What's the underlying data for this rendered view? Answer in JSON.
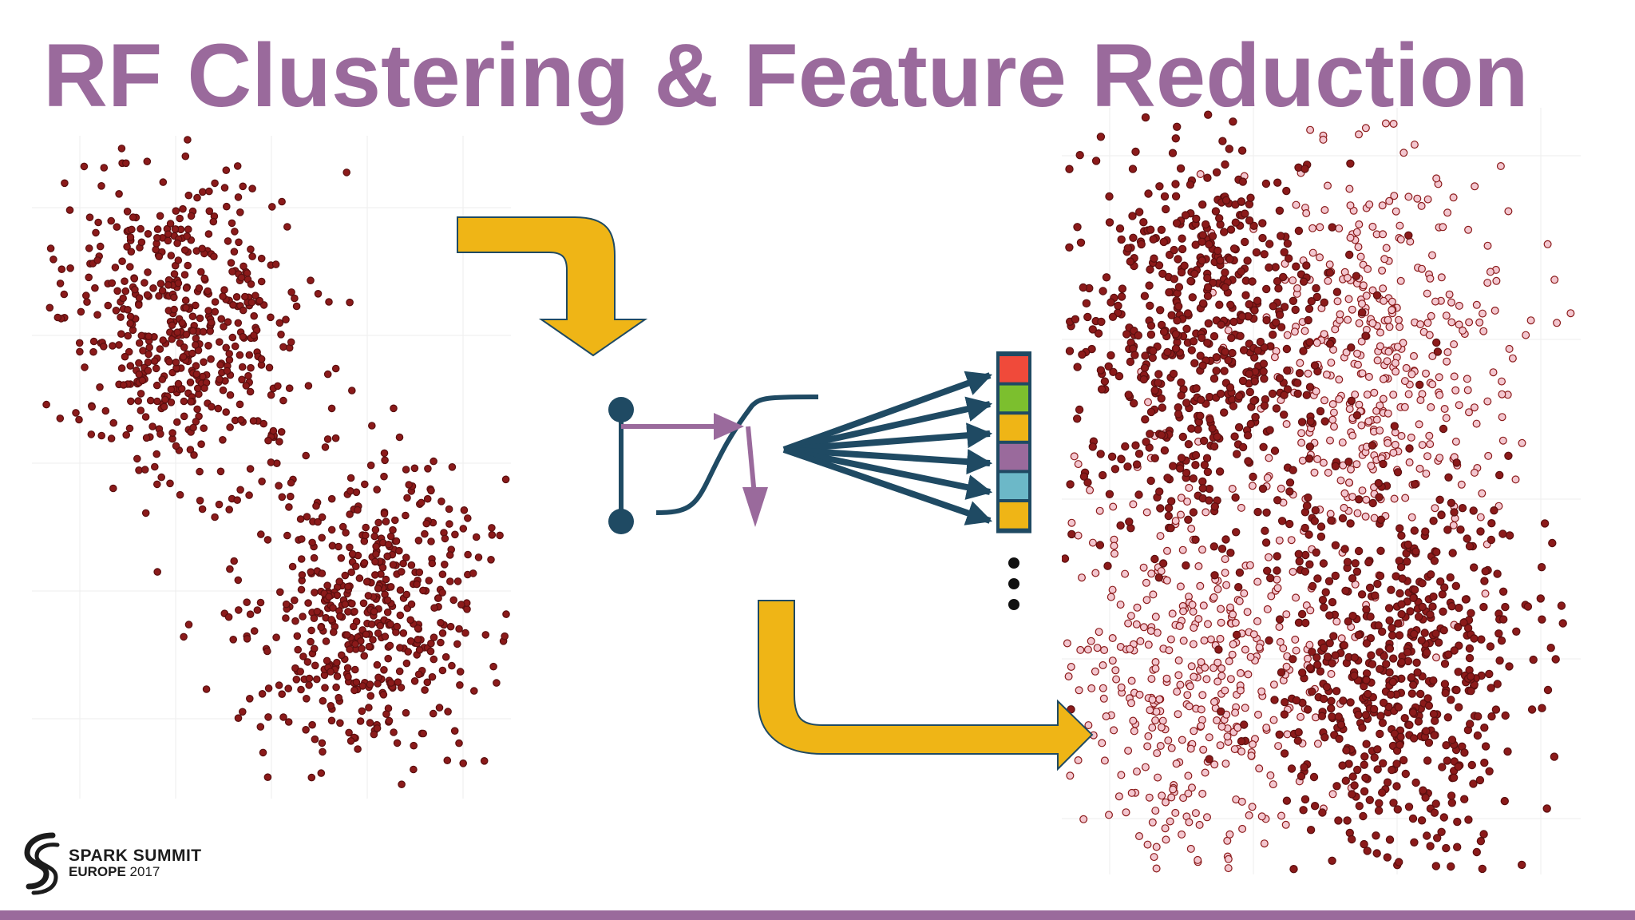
{
  "title": "RF Clustering & Feature Reduction",
  "logo": {
    "line1": "SPARK SUMMIT",
    "line2_a": "EUROPE",
    "line2_b": "2017"
  },
  "colors": {
    "title": "#9a6a9c",
    "dot_dark": "#8b1a1a",
    "dot_light": "#f3c6cf",
    "arrow_yellow": "#efb516",
    "arrow_stroke": "#1f4a63",
    "node_navy": "#1f4a63",
    "purple": "#9a6a9c",
    "bottom_bar": "#9a6a9c"
  },
  "feature_vector_colors": [
    "#f04a3a",
    "#7cbf2e",
    "#efb516",
    "#9a6a9c",
    "#6cb8c8",
    "#efb516"
  ],
  "icons": [
    "tree-diagram-icon",
    "feature-vector-icon",
    "curved-arrow-icon",
    "spark-logo-icon"
  ]
}
